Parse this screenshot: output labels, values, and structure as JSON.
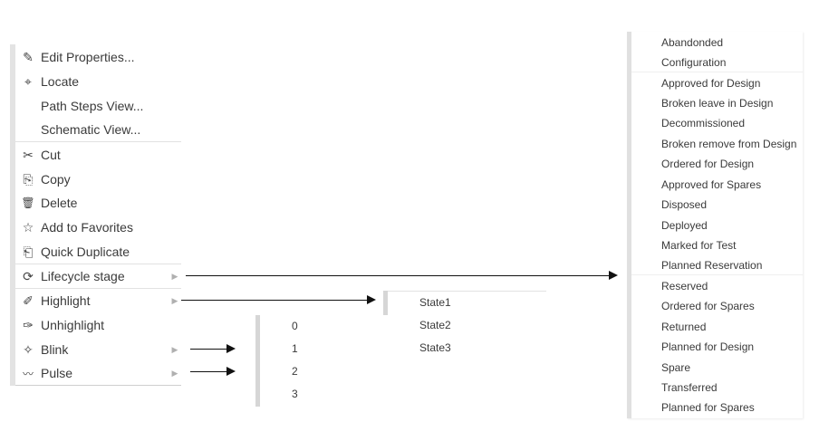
{
  "context_menu": {
    "items": [
      {
        "label": "Edit Properties...",
        "icon": "pencil-icon",
        "glyph": "✎",
        "submenu": false
      },
      {
        "label": "Locate",
        "icon": "crosshair-icon",
        "glyph": "⌖",
        "submenu": false
      },
      {
        "label": "Path Steps View...",
        "icon": "",
        "glyph": "",
        "submenu": false
      },
      {
        "label": "Schematic View...",
        "icon": "",
        "glyph": "",
        "submenu": false
      },
      {
        "label": "Cut",
        "icon": "scissors-icon",
        "glyph": "✂",
        "submenu": false
      },
      {
        "label": "Copy",
        "icon": "copy-icon",
        "glyph": "⎘",
        "submenu": false
      },
      {
        "label": "Delete",
        "icon": "trash-icon",
        "glyph": "🗑",
        "submenu": false
      },
      {
        "label": "Add to Favorites",
        "icon": "star-icon",
        "glyph": "☆",
        "submenu": false
      },
      {
        "label": "Quick Duplicate",
        "icon": "duplicate-icon",
        "glyph": "⎗",
        "submenu": false
      },
      {
        "label": "Lifecycle stage",
        "icon": "cycle-icon",
        "glyph": "⟳",
        "submenu": true
      },
      {
        "label": "Highlight",
        "icon": "highlighter-icon",
        "glyph": "✐",
        "submenu": true
      },
      {
        "label": "Unhighlight",
        "icon": "unhighlight-icon",
        "glyph": "✑",
        "submenu": false
      },
      {
        "label": "Blink",
        "icon": "sparkle-icon",
        "glyph": "✧",
        "submenu": true
      },
      {
        "label": "Pulse",
        "icon": "pulse-icon",
        "glyph": "〰",
        "submenu": true
      }
    ]
  },
  "lifecycle_submenu": {
    "items": [
      "Abandonded",
      "Configuration",
      "Approved for Design",
      "Broken leave in Design",
      "Decommissioned",
      "Broken remove from Design",
      "Ordered for Design",
      "Approved for Spares",
      "Disposed",
      "Deployed",
      "Marked for Test",
      "Planned Reservation",
      "Reserved",
      "Ordered for Spares",
      "Returned",
      "Planned for Design",
      "Spare",
      "Transferred",
      "Planned for Spares"
    ]
  },
  "highlight_submenu": {
    "items": [
      "State1",
      "State2",
      "State3"
    ]
  },
  "number_submenu": {
    "items": [
      "0",
      "1",
      "2",
      "3"
    ]
  },
  "colors": {
    "menu_bar": "#e3e3e3",
    "separator": "#e2e2e2",
    "text": "#3a3a3a",
    "arrow": "#111111"
  }
}
